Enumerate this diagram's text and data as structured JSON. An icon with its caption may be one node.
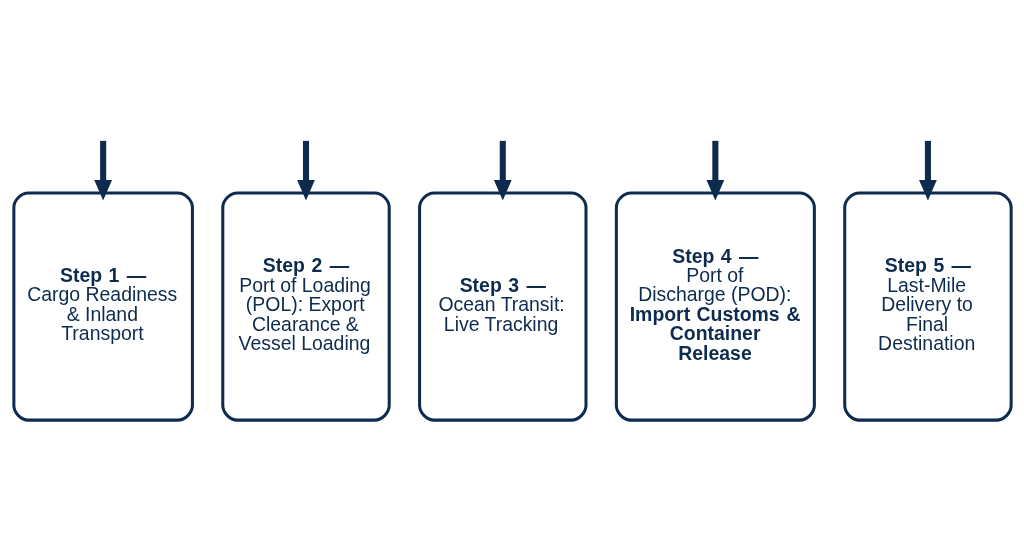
{
  "diagram": {
    "nodes": [
      {
        "text": [
          "Step 1 —",
          "Cargo Readiness & Inland Transport"
        ]
      },
      {
        "text": [
          "Step 2 —",
          "Port of Loading (POL): Export Clearance & Vessel Loading"
        ]
      },
      {
        "text": [
          "Step 3 —",
          "Ocean Transit: Live Tracking"
        ]
      },
      {
        "text": [
          "Step 4 —",
          "Port of Discharge (POD): **Import Customs & Container Release**"
        ]
      },
      {
        "text": [
          "Step 5 —",
          "Last-Mile Delivery to Final Destination"
        ]
      }
    ],
    "edges": [
      {
        "from": null,
        "to": 0,
        "arrow": "to"
      },
      {
        "from": null,
        "to": 1,
        "arrow": "to"
      },
      {
        "from": null,
        "to": 2,
        "arrow": "to"
      },
      {
        "from": null,
        "to": 3,
        "arrow": "to"
      },
      {
        "from": null,
        "to": 4,
        "arrow": "to"
      }
    ]
  }
}
